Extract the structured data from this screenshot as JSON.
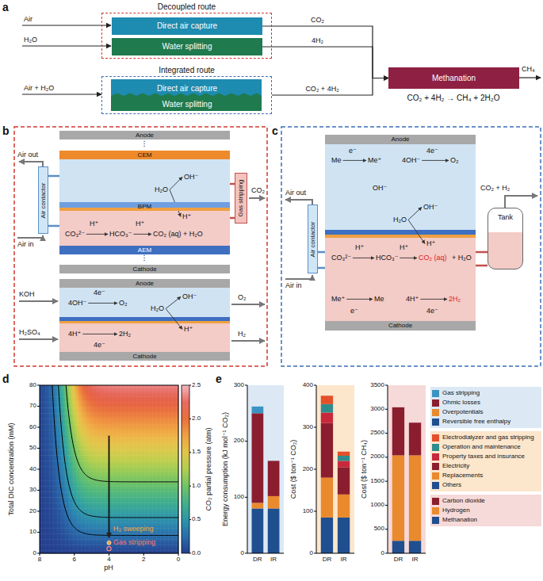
{
  "diagram": {
    "nodes": [
      {
        "text": [
          "Decoupled route"
        ]
      },
      {
        "text": [
          "Direct air capture"
        ],
        "in": 0
      },
      {
        "text": [
          "Water splitting"
        ],
        "in": 0
      },
      {
        "text": [
          "Integrated route"
        ]
      },
      {
        "text": [
          "Direct air capture"
        ],
        "in": 3
      },
      {
        "text": [
          "Water splitting"
        ],
        "in": 3
      },
      {
        "text": [
          "Methanation"
        ]
      },
      {
        "text": [
          "Anode"
        ]
      },
      {
        "text": [
          "CEM"
        ]
      },
      {
        "text": [
          "BPM"
        ]
      },
      {
        "text": [
          "AEM"
        ]
      },
      {
        "text": [
          "Cathode"
        ]
      },
      {
        "text": [
          "Air contactor"
        ]
      },
      {
        "text": [
          "Gas stripping"
        ]
      },
      {
        "text": [
          "Anode"
        ]
      },
      {
        "text": [
          "Cathode"
        ]
      },
      {
        "text": [
          "Anode"
        ]
      },
      {
        "text": [
          "Air contactor"
        ]
      },
      {
        "text": [
          "Tank"
        ]
      },
      {
        "text": [
          "Cathode"
        ]
      }
    ],
    "edges": [
      {
        "from": 1,
        "to": 6,
        "label": "CO₂",
        "arrow": "to"
      },
      {
        "from": 2,
        "to": 6,
        "label": "4H₂",
        "arrow": "to"
      },
      {
        "from": 3,
        "to": 6,
        "label": "CO₂ + 4H₂",
        "arrow": "to"
      }
    ],
    "labels": [
      "a",
      "Air",
      "H₂O",
      "Air + H₂O",
      "CH₄",
      "CO₂ + 4H₂ → CH₄ + 2H₂O",
      "b",
      "⋮",
      "Air out",
      "Air in",
      "H₂O",
      "OH⁻",
      "H⁺",
      "CO₃²⁻",
      "H⁺",
      "HCO₃⁻",
      "H⁺",
      "CO₂ (aq) + H₂O",
      "⋮",
      "CO₂",
      "KOH",
      "4e⁻",
      "4OH⁻",
      "O₂",
      "O₂",
      "H₂O",
      "OH⁻",
      "H⁺",
      "H₂SO₄",
      "4H⁺",
      "2H₂",
      "4e⁻",
      "H₂",
      "c",
      "Air out",
      "Air in",
      "e⁻",
      "Me",
      "Me⁺",
      "4e⁻",
      "4OH⁻",
      "O₂",
      "OH⁻",
      "H₂O",
      "OH⁻",
      "H⁺",
      "CO₃²⁻",
      "H⁺",
      "HCO₃⁻",
      "H⁺",
      "CO₂ (aq)",
      "+ H₂O",
      "Me⁺",
      "Me",
      "4H⁺",
      "2H₂",
      "e⁻",
      "4e⁻",
      "CO₂ + H₂",
      "d",
      "0",
      "10",
      "20",
      "30",
      "40",
      "50",
      "60",
      "70",
      "80",
      "Total DIC concentration (mM)",
      "8",
      "6",
      "4",
      "2",
      "0",
      "pH",
      "0.0",
      "0.5",
      "1.0",
      "1.5",
      "2.0",
      "2.5",
      "CO₂ partial pressure (atm)",
      "H₂ sweeping",
      "Gas stripping",
      "e",
      "Energy consumption (kJ mol⁻¹ CO₂)",
      "0",
      "100",
      "200",
      "300",
      "DR",
      "IR",
      "Cost ($ ton⁻¹ CO₂)",
      "0",
      "100",
      "200",
      "300",
      "400",
      "DR",
      "IR",
      "Cost ($ ton⁻¹ CH₄)",
      "0",
      "500",
      "1000",
      "1500",
      "2000",
      "2500",
      "3000",
      "3500",
      "DR",
      "IR"
    ],
    "legend": [
      {
        "text": "Gas stripping",
        "color": "#3a93c3"
      },
      {
        "text": "Ohmic losses",
        "color": "#8b1e2e"
      },
      {
        "text": "Overpotentials",
        "color": "#e98a2e"
      },
      {
        "text": "Reversible free enthalpy",
        "color": "#1f4f8f"
      },
      {
        "text": "Electrodialyzer and gas stripping",
        "color": "#e4502a"
      },
      {
        "text": "Operation and maintenance",
        "color": "#2f8c8c"
      },
      {
        "text": "Property taxes and insurance",
        "color": "#c8283c"
      },
      {
        "text": "Electricity",
        "color": "#8b1e2e"
      },
      {
        "text": "Replacements",
        "color": "#e98a2e"
      },
      {
        "text": "Others",
        "color": "#1f4f8f"
      },
      {
        "text": "Carbon dioxide",
        "color": "#8b1e2e"
      },
      {
        "text": "Hydrogen",
        "color": "#e98a2e"
      },
      {
        "text": "Methanation",
        "color": "#1f4f8f"
      }
    ]
  }
}
